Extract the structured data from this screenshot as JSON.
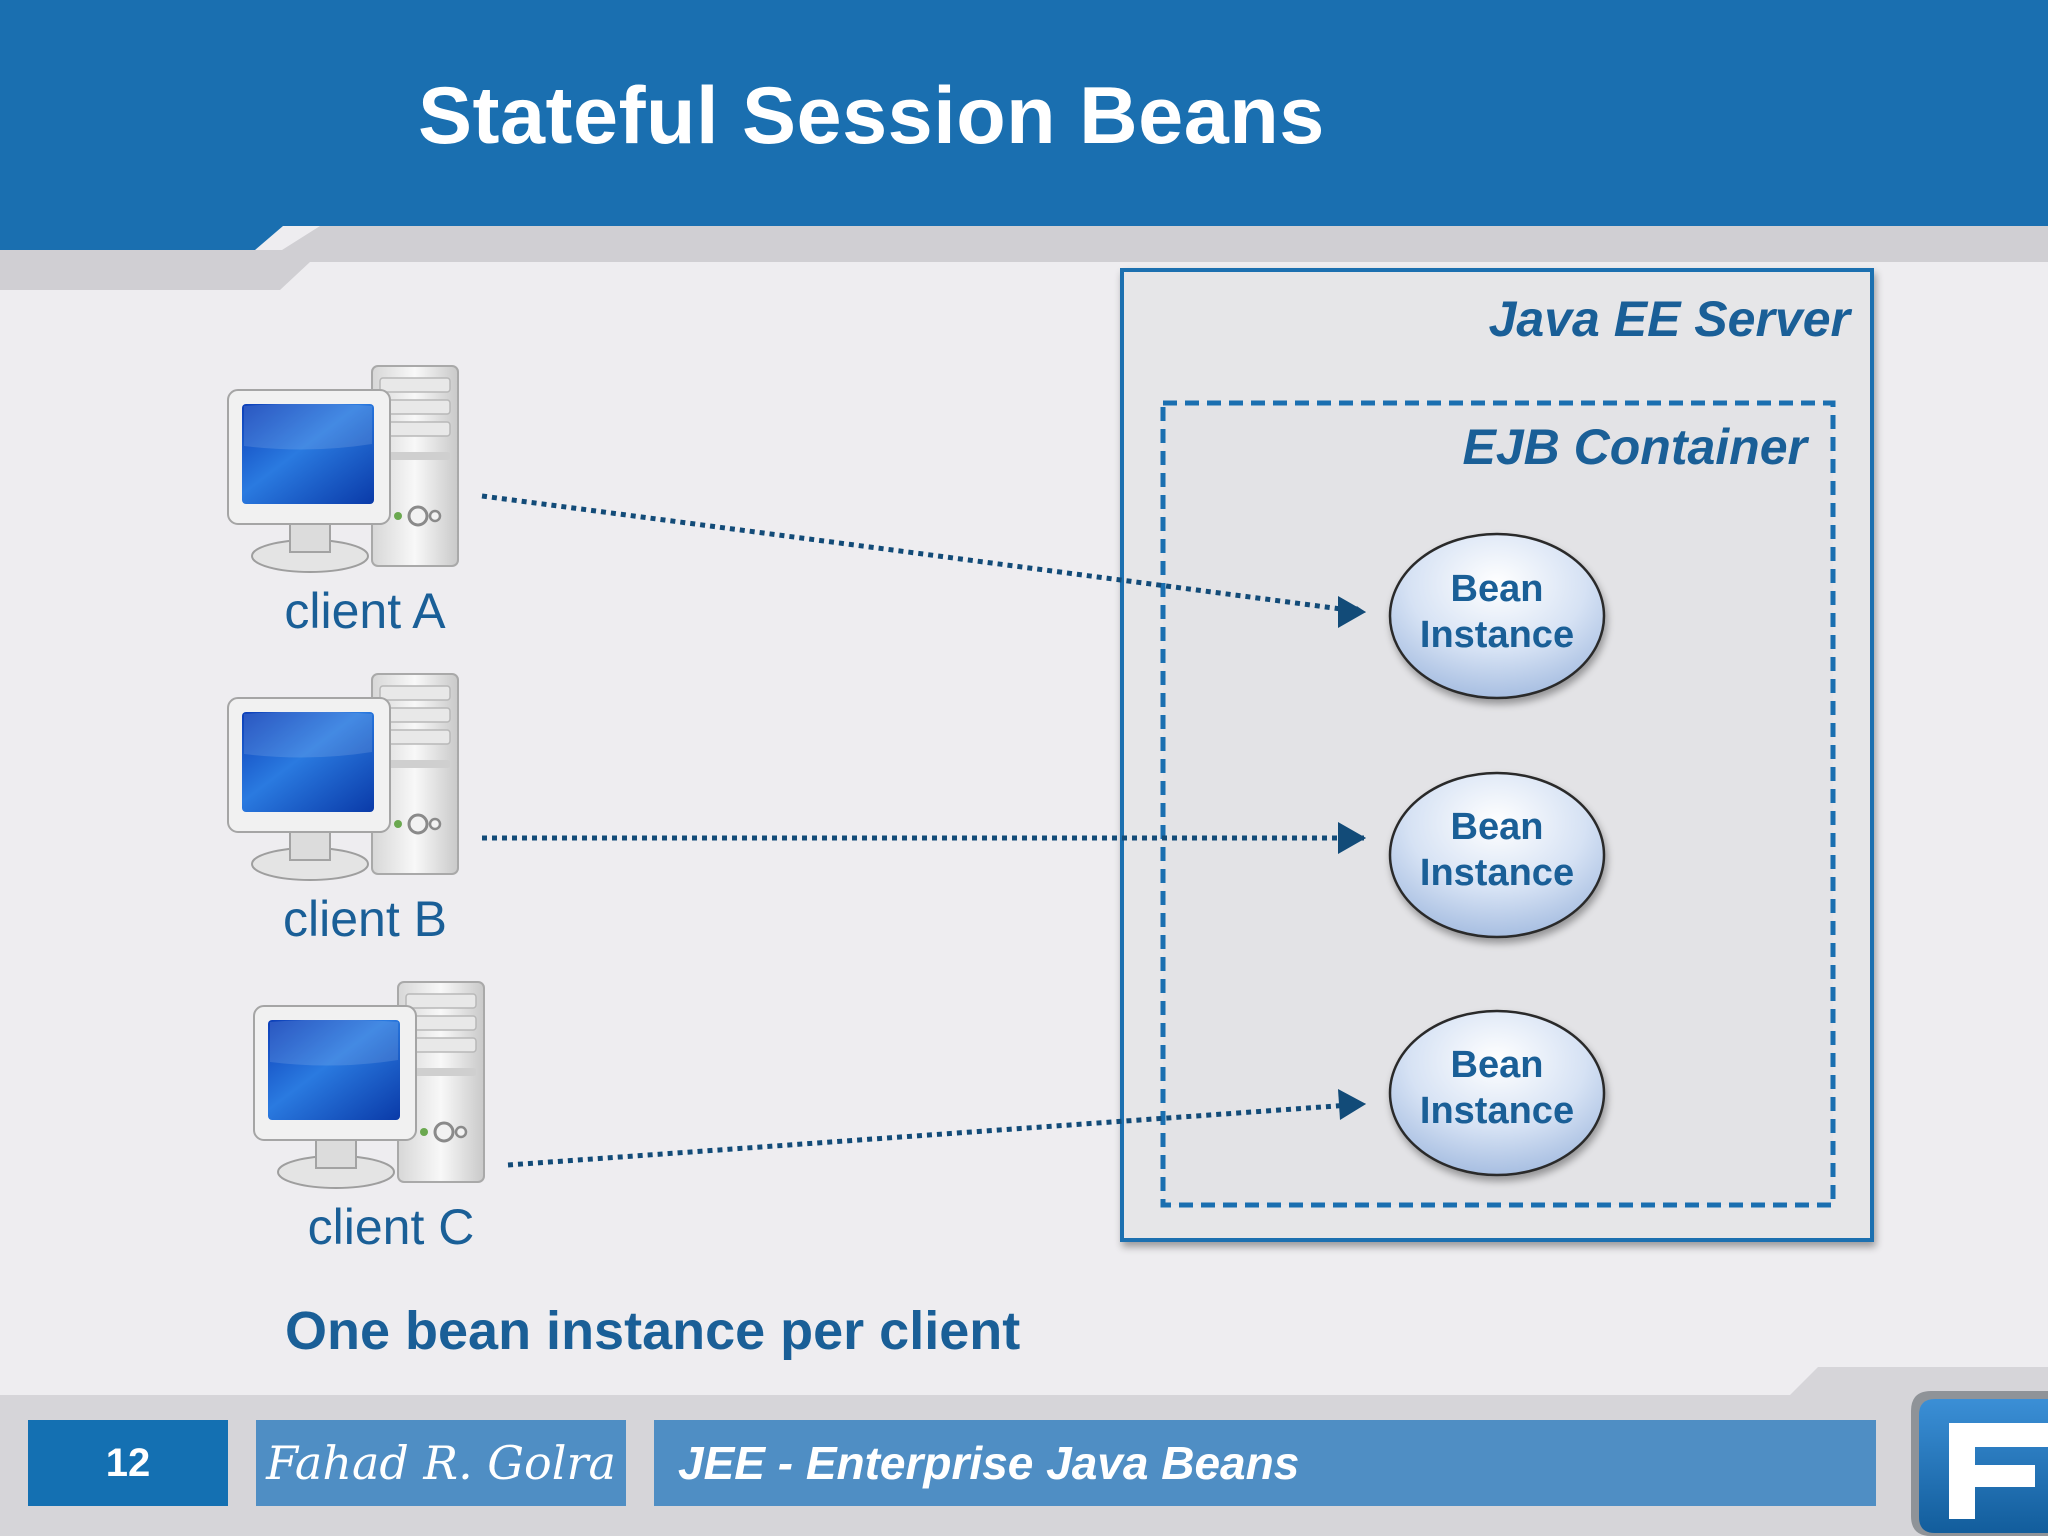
{
  "slide": {
    "title": "Stateful Session Beans",
    "caption": "One bean instance per client"
  },
  "clients": [
    {
      "label": "client A"
    },
    {
      "label": "client B"
    },
    {
      "label": "client C"
    }
  ],
  "server": {
    "label": "Java EE Server",
    "container": {
      "label": "EJB Container",
      "beans": [
        {
          "line1": "Bean",
          "line2": "Instance"
        },
        {
          "line1": "Bean",
          "line2": "Instance"
        },
        {
          "line1": "Bean",
          "line2": "Instance"
        }
      ]
    }
  },
  "footer": {
    "page_number": "12",
    "author": "Fahad R. Golra",
    "course": "JEE - Enterprise Java Beans"
  },
  "colors": {
    "header_blue": "#1a6fb0",
    "text_blue": "#1a5f97",
    "footer_box": "#4f8ec4"
  },
  "icons": [
    "desktop-computer-icon",
    "logo-f-icon"
  ]
}
